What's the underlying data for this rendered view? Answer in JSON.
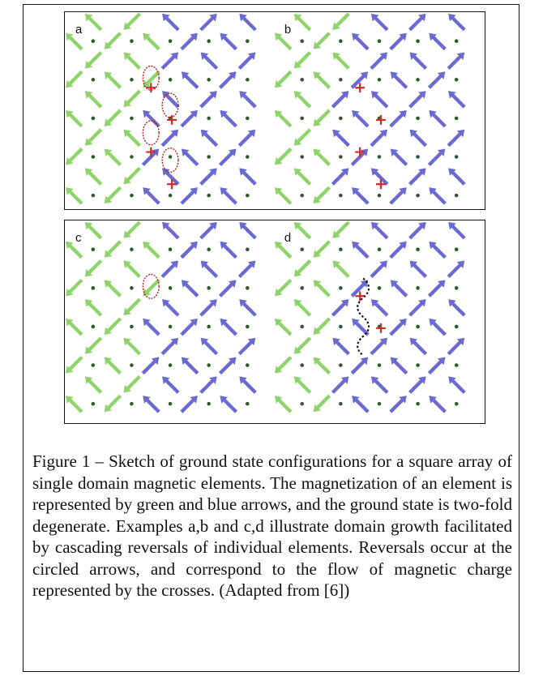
{
  "figure": {
    "panels": [
      {
        "label": "a",
        "circles": 4,
        "crosses": 4
      },
      {
        "label": "b",
        "circles": 0,
        "crosses": 4
      },
      {
        "label": "c",
        "circles": 1,
        "crosses": 0
      },
      {
        "label": "d",
        "circles": 0,
        "crosses": 2,
        "path": true
      }
    ],
    "colors": {
      "green": "#8fd46a",
      "blue": "#6a6ad0",
      "dot": "#2f5a2a",
      "cross": "#d42a2a",
      "circle": "#b02020",
      "frame": "#111111"
    },
    "caption": "Figure 1 – Sketch of ground state configurations for a square array of single domain magnetic elements. The magnetization of an element is represented by green and blue arrows, and the ground state is two-fold degenerate. Examples a,b and c,d illustrate domain growth facilitated by cascading reversals of individual elements. Reversals occur at the circled arrows, and correspond to the flow of magnetic charge represented by the crosses. (Adapted from [6])"
  }
}
